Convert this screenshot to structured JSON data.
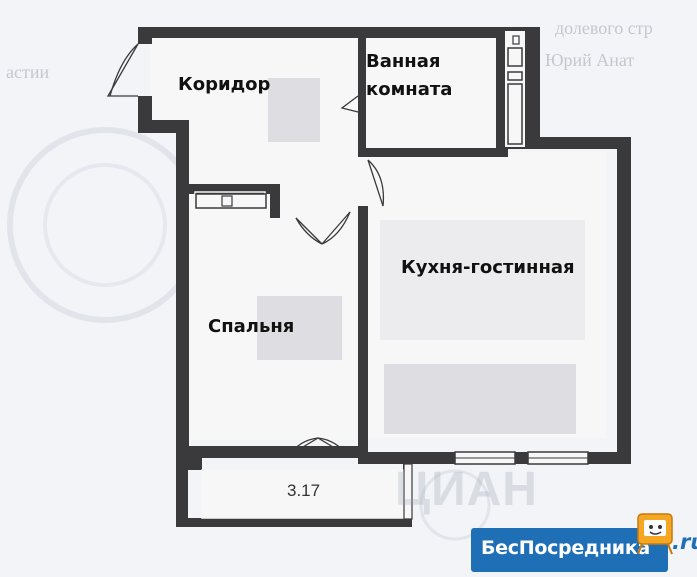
{
  "rooms": {
    "corridor": "Коридор",
    "bathroom_line1": "Ванная",
    "bathroom_line2": "комната",
    "kitchen_living": "Кухня-гостинная",
    "bedroom": "Спальня"
  },
  "balcony_area": "3.17",
  "watermark": "ЦИАН",
  "background_text": [
    "долевого стр",
    "Юрий Анат",
    "астии"
  ],
  "brand": {
    "name": "БесПосредника",
    "domain": ".ru",
    "color": "#1f6fb7"
  },
  "colors": {
    "wall": "#3a3a3d",
    "floor": "#f7f7f8",
    "background": "#f3f4f7"
  },
  "icons": [
    "door-swing-icon",
    "bathtub-icon",
    "toilet-icon",
    "washbasin-icon",
    "window-icon",
    "mascot-icon"
  ]
}
